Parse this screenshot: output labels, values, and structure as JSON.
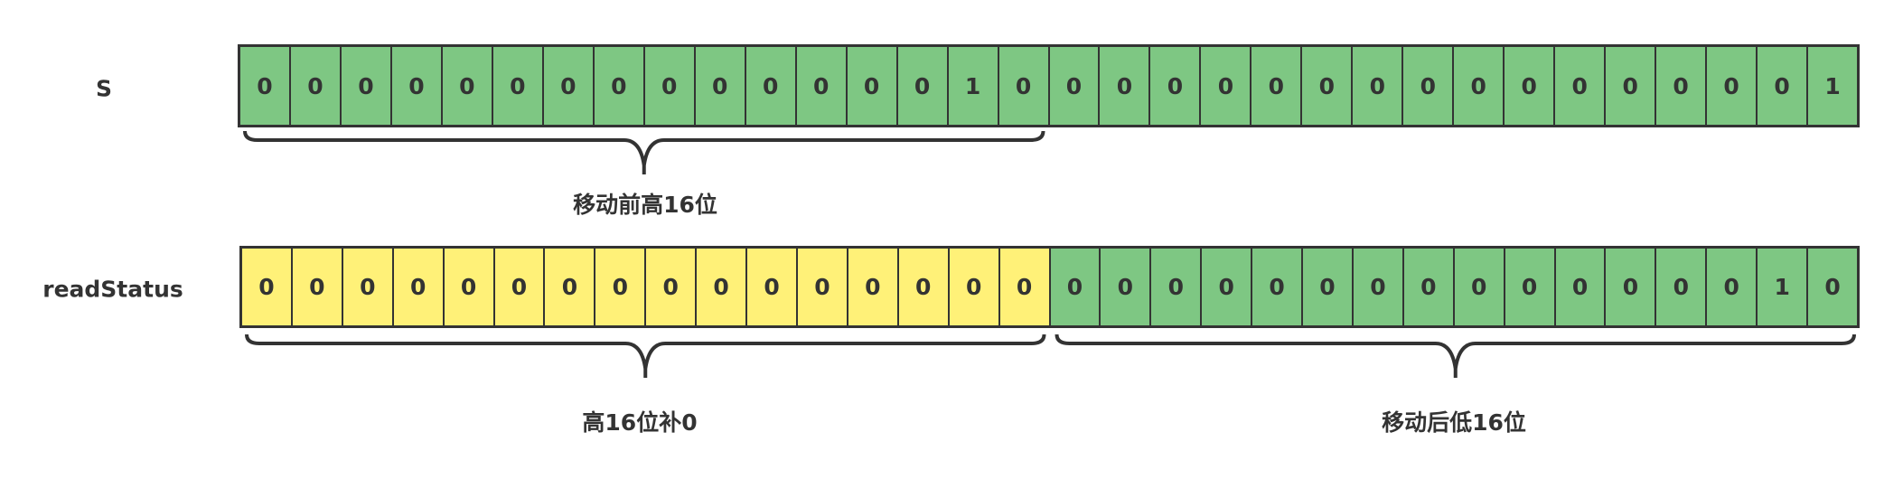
{
  "rows": [
    {
      "label": "S",
      "bits": [
        "0",
        "0",
        "0",
        "0",
        "0",
        "0",
        "0",
        "0",
        "0",
        "0",
        "0",
        "0",
        "0",
        "0",
        "1",
        "0",
        "0",
        "0",
        "0",
        "0",
        "0",
        "0",
        "0",
        "0",
        "0",
        "0",
        "0",
        "0",
        "0",
        "0",
        "0",
        "1"
      ],
      "colors": [
        "green",
        "green",
        "green",
        "green",
        "green",
        "green",
        "green",
        "green",
        "green",
        "green",
        "green",
        "green",
        "green",
        "green",
        "green",
        "green",
        "green",
        "green",
        "green",
        "green",
        "green",
        "green",
        "green",
        "green",
        "green",
        "green",
        "green",
        "green",
        "green",
        "green",
        "green",
        "green"
      ]
    },
    {
      "label": "readStatus",
      "bits": [
        "0",
        "0",
        "0",
        "0",
        "0",
        "0",
        "0",
        "0",
        "0",
        "0",
        "0",
        "0",
        "0",
        "0",
        "0",
        "0",
        "0",
        "0",
        "0",
        "0",
        "0",
        "0",
        "0",
        "0",
        "0",
        "0",
        "0",
        "0",
        "0",
        "0",
        "1",
        "0"
      ],
      "colors": [
        "yellow",
        "yellow",
        "yellow",
        "yellow",
        "yellow",
        "yellow",
        "yellow",
        "yellow",
        "yellow",
        "yellow",
        "yellow",
        "yellow",
        "yellow",
        "yellow",
        "yellow",
        "yellow",
        "green",
        "green",
        "green",
        "green",
        "green",
        "green",
        "green",
        "green",
        "green",
        "green",
        "green",
        "green",
        "green",
        "green",
        "green",
        "green"
      ]
    }
  ],
  "braces": [
    {
      "label": "移动前高16位",
      "row": 0,
      "from_bit": 0,
      "to_bit": 15
    },
    {
      "label": "高16位补0",
      "row": 1,
      "from_bit": 0,
      "to_bit": 15
    },
    {
      "label": "移动后低16位",
      "row": 1,
      "from_bit": 16,
      "to_bit": 31
    }
  ],
  "colors": {
    "green": "#7ec783",
    "yellow": "#fff178",
    "stroke": "#333333"
  }
}
